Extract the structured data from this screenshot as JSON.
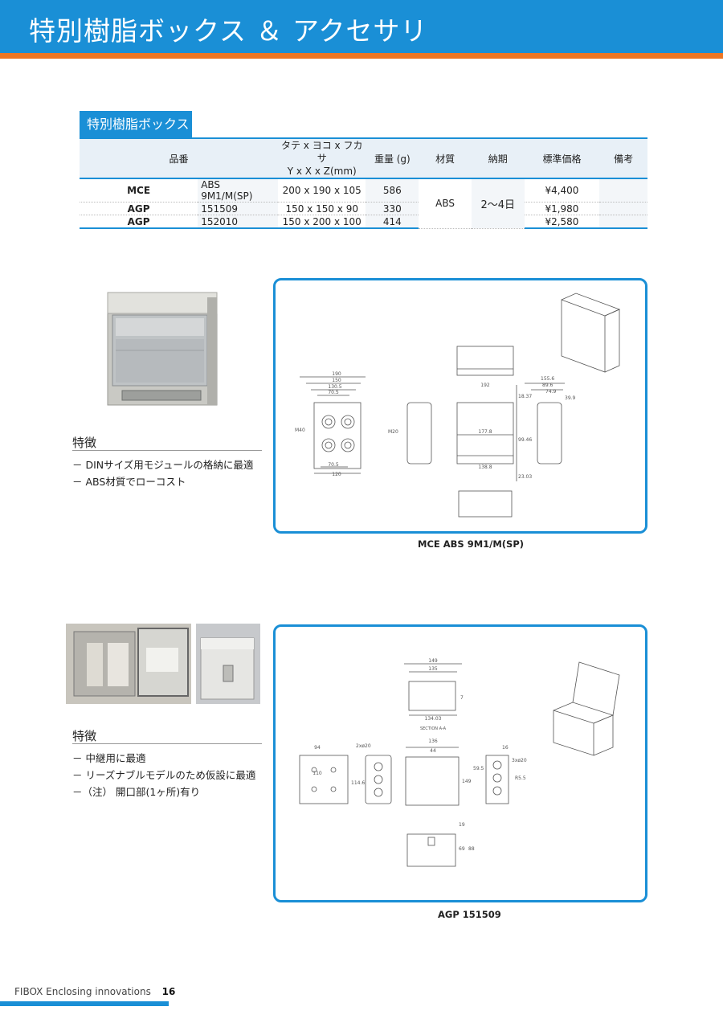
{
  "header": {
    "title": "特別樹脂ボックス ＆ アクセサリ"
  },
  "section": {
    "title": "特別樹脂ボックス",
    "columns": [
      "品番",
      "タテ x ヨコ x フカサ",
      "Y x X x Z(mm)",
      "重量 (g)",
      "材質",
      "納期",
      "標準価格",
      "備考"
    ],
    "rows": [
      {
        "model": "MCE",
        "part": "ABS 9M1/M(SP)",
        "dims": "200 x 190 x 105",
        "weight": "586",
        "price": "¥4,400"
      },
      {
        "model": "AGP",
        "part": "151509",
        "dims": "150 x 150 x 90",
        "weight": "330",
        "price": "¥1,980"
      },
      {
        "model": "AGP",
        "part": "152010",
        "dims": "150 x 200 x 100",
        "weight": "414",
        "price": "¥2,580"
      }
    ],
    "material": "ABS",
    "delivery": "2～4日"
  },
  "product1": {
    "features_title": "特徴",
    "features": [
      "－ DINサイズ用モジュールの格納に最適",
      "－ ABS材質でローコスト"
    ],
    "caption": "MCE ABS 9M1/M(SP)",
    "dims": {
      "w190": "190",
      "w150": "150",
      "w130": "130.5",
      "w70": "70.5",
      "w705b": "70.5",
      "w120": "120",
      "d192": "192",
      "d177": "177.8",
      "d138": "138.8",
      "h18": "18.37",
      "h99": "99.46",
      "h23": "23.03",
      "r155": "155.6",
      "r89": "89.6",
      "r74": "74.9",
      "r39": "39.9",
      "m20": "M20",
      "m40": "M40"
    }
  },
  "product2": {
    "features_title": "特徴",
    "features": [
      "－ 中継用に最適",
      "－ リーズナブルモデルのため仮設に最適",
      "－（注） 開口部(1ヶ所)有り"
    ],
    "caption": "AGP 151509",
    "dims": {
      "t149": "149",
      "t135": "135",
      "t134": "134.03",
      "t7": "7",
      "section": "SECTION A-A",
      "a94": "94",
      "a110": "110",
      "a114": "114.6",
      "b136": "136",
      "b44": "44",
      "b149": "149",
      "c16": "16",
      "c3": "3xø20",
      "c59": "59.5",
      "c2": "2xø20",
      "c85": "R5.5",
      "e19": "19",
      "e69": "69",
      "e88": "88"
    }
  },
  "footer": {
    "brand": "FIBOX  Enclosing  innovations",
    "page": "16"
  },
  "colors": {
    "accent_blue": "#1a8fd6",
    "accent_orange": "#ee7623"
  }
}
